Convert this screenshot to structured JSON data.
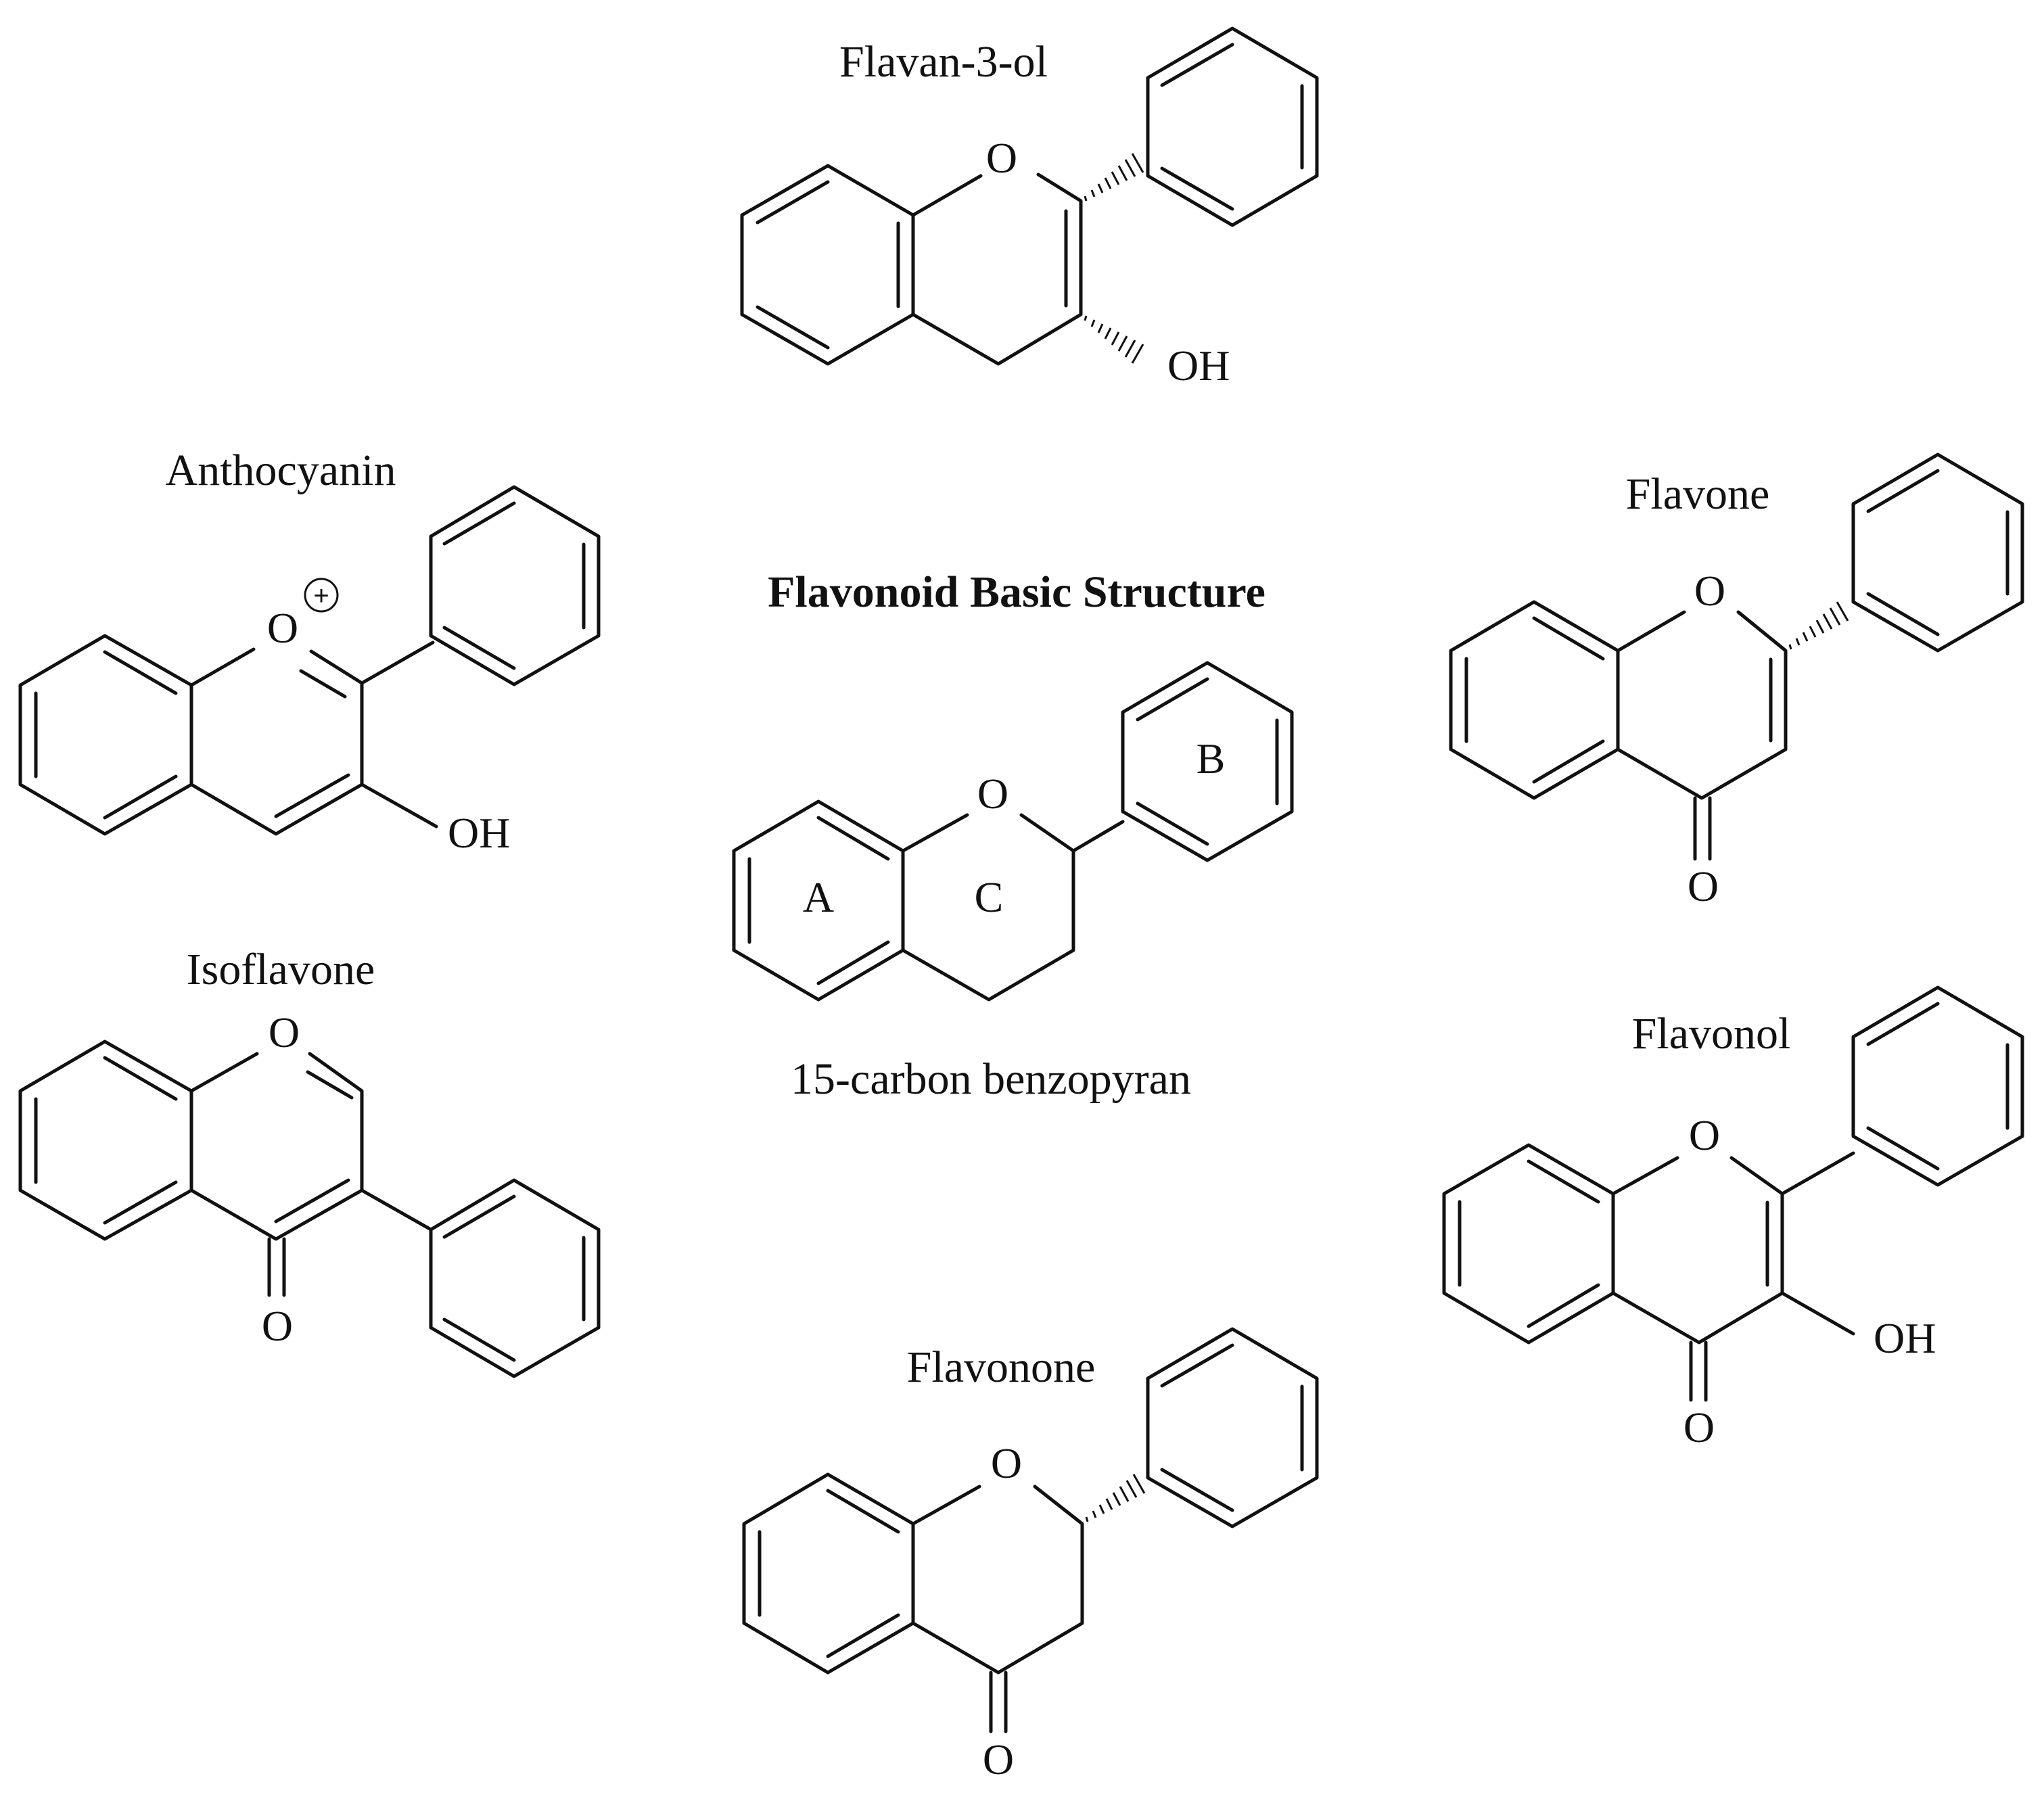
{
  "central": {
    "title": "Flavonoid Basic Structure",
    "subtitle": "15-carbon benzopyran",
    "ring_labels": {
      "a": "A",
      "b": "B",
      "c": "C"
    },
    "oxygen": "O"
  },
  "compounds": {
    "flavan3ol": {
      "name": "Flavan-3-ol",
      "ring_oxygen": "O",
      "hydroxyl": "OH"
    },
    "anthocyanin": {
      "name": "Anthocyanin",
      "ring_oxygen": "O",
      "charge": "+",
      "hydroxyl": "OH"
    },
    "flavone": {
      "name": "Flavone",
      "ring_oxygen": "O",
      "carbonyl_oxygen": "O"
    },
    "isoflavone": {
      "name": "Isoflavone",
      "ring_oxygen": "O",
      "carbonyl_oxygen": "O"
    },
    "flavonol": {
      "name": "Flavonol",
      "ring_oxygen": "O",
      "carbonyl_oxygen": "O",
      "hydroxyl": "OH"
    },
    "flavonone": {
      "name": "Flavonone",
      "ring_oxygen": "O",
      "carbonyl_oxygen": "O"
    }
  }
}
